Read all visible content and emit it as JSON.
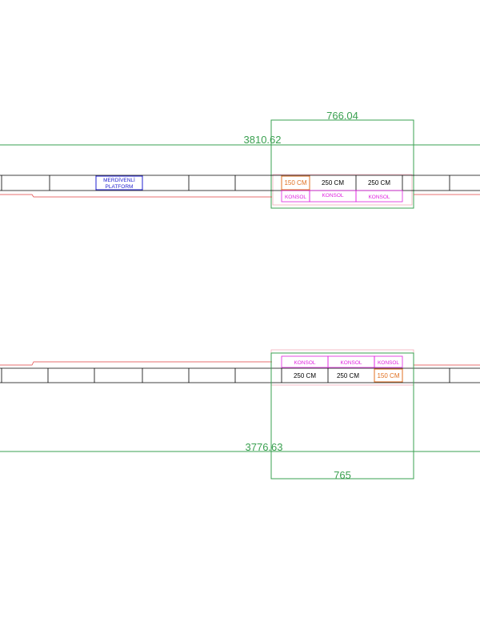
{
  "top_plan": {
    "overall_dimension": "3810.62",
    "section_dimension": "766.04",
    "platform_label_line1": "MERDİVENLİ",
    "platform_label_line2": "PLATFORM",
    "modules": [
      "150 CM",
      "250 CM",
      "250 CM"
    ],
    "consoles": [
      "KONSOL",
      "KONSOL",
      "KONSOL"
    ]
  },
  "bottom_plan": {
    "overall_dimension": "3776.63",
    "section_dimension": "765",
    "modules": [
      "250 CM",
      "250 CM",
      "150 CM"
    ],
    "consoles": [
      "KONSOL",
      "KONSOL",
      "KONSOL"
    ]
  },
  "colors": {
    "dimension": "#3aa050",
    "outline": "#000000",
    "magenta": "#e020e0",
    "orange": "#e07020",
    "blue": "#2020d0",
    "red": "#e04040",
    "pink": "#f0a0b0"
  }
}
